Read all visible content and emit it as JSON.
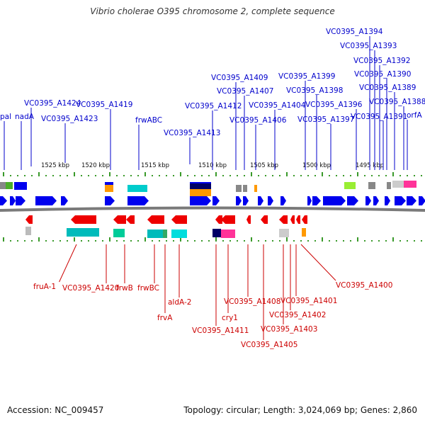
{
  "title": "Vibrio cholerae O395 chromosome 2, complete sequence",
  "footer": {
    "accession": "Accession: NC_009457",
    "summary": "Topology: circular; Length: 3,024,069 bp; Genes: 2,860"
  },
  "scale_labels": [
    "1525 kbp",
    "1520 kbp",
    "1515 kbp",
    "1510 kbp",
    "1505 kbp",
    "1500 kbp",
    "1495 kbp"
  ],
  "colors": {
    "forward": "#0000ee",
    "reverse": "#ee0000",
    "forward_label": "#0000cc",
    "reverse_label": "#cc0000",
    "backbone": "#7a7a7a",
    "tick": "#3a9a2a"
  },
  "top_labels": [
    "pal",
    "nadA",
    "VC0395_A1424",
    "VC0395_A1423",
    "VC0395_A1419",
    "frwABC",
    "VC0395_A1413",
    "VC0395_A1412",
    "VC0395_A1409",
    "VC0395_A1407",
    "VC0395_A1406",
    "VC0395_A1404",
    "VC0395_A1399",
    "VC0395_A1398",
    "VC0395_A1397",
    "VC0395_A1396",
    "VC0395_A1394",
    "VC0395_A1393",
    "VC0395_A1392",
    "VC0395_A1391",
    "VC0395_A1390",
    "VC0395_A1389",
    "VC0395_A1388",
    "orfA"
  ],
  "bottom_labels": [
    "fruA-1",
    "VC0395_A1420",
    "frwB",
    "frwBC",
    "frvA",
    "aldA-2",
    "VC0395_A1411",
    "cry1",
    "VC0395_A1408",
    "VC0395_A1405",
    "VC0395_A1403",
    "VC0395_A1402",
    "VC0395_A1401",
    "VC0395_A1400"
  ]
}
